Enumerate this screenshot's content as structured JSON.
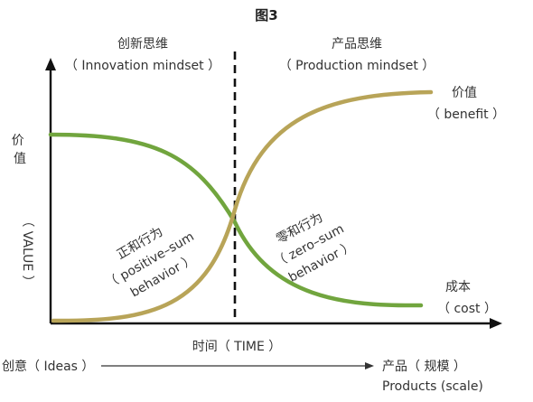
{
  "title": "图3",
  "innovation": {
    "zh": "创新思维",
    "en": "（ Innovation mindset ）"
  },
  "production": {
    "zh": "产品思维",
    "en": "（ Production mindset ）"
  },
  "y_axis": {
    "zh": "价值",
    "en": "（ VALUE ）"
  },
  "x_axis": {
    "label": "时间（ TIME ）"
  },
  "benefit": {
    "zh": "价值",
    "en": "（ benefit ）"
  },
  "cost": {
    "zh": "成本",
    "en": "（ cost ）"
  },
  "positive_sum": {
    "line1": "正和行为",
    "line2": "（ positive–sum",
    "line3": "behavior ）"
  },
  "zero_sum": {
    "line1": "零和行为",
    "line2": "（ zero–sum",
    "line3": "behavior ）"
  },
  "bottom_scale": {
    "left": "创意（ Ideas ）",
    "right_zh": "产品（ 规模 ）",
    "right_en": "Products (scale)"
  },
  "colors": {
    "benefit_curve": "#b8a458",
    "cost_curve": "#71a53e",
    "axis": "#111111"
  }
}
